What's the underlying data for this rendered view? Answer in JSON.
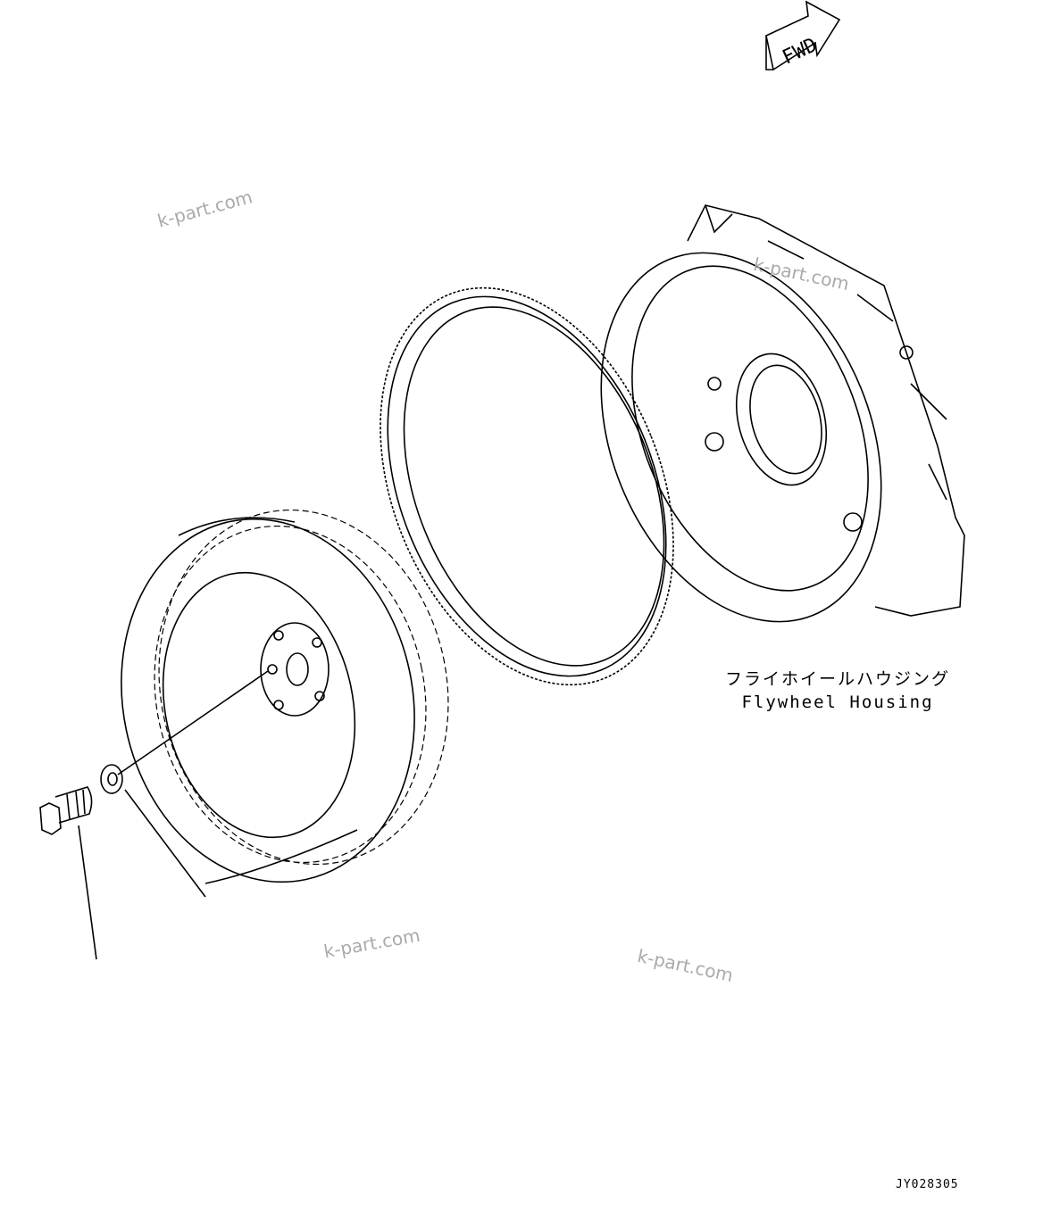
{
  "direction_marker": {
    "text": "FWD",
    "icon": "fwd-arrow-icon"
  },
  "watermark": "k-part.com",
  "parts": {
    "flywheel_housing": {
      "label_jp": "フライホイールハウジング",
      "label_en": "Flywheel Housing"
    }
  },
  "drawing_code": "JY028305"
}
